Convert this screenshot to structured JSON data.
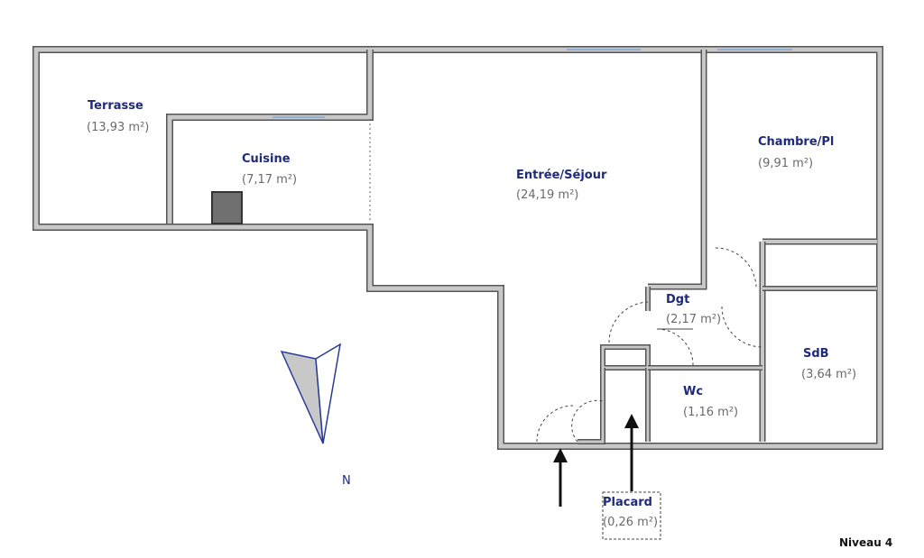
{
  "rooms": [
    {
      "id": "terrasse",
      "name": "Terrasse",
      "area": "(13,93 m²)"
    },
    {
      "id": "cuisine",
      "name": "Cuisine",
      "area": "(7,17 m²)"
    },
    {
      "id": "sejour",
      "name": "Entrée/Séjour",
      "area": "(24,19 m²)"
    },
    {
      "id": "chambre",
      "name": "Chambre/Pl",
      "area": "(9,91 m²)"
    },
    {
      "id": "dgt",
      "name": "Dgt",
      "area": "(2,17 m²)"
    },
    {
      "id": "sdb",
      "name": "SdB",
      "area": "(3,64 m²)"
    },
    {
      "id": "wc",
      "name": "Wc",
      "area": "(1,16 m²)"
    },
    {
      "id": "placard",
      "name": "Placard",
      "area": "(0,26 m²)"
    }
  ],
  "compass": {
    "label": "N"
  },
  "level_label": "Niveau 4",
  "colors": {
    "wall_fill": "#8c8c8c",
    "room_name": "#1f2a7a",
    "room_area": "#6a6a6a",
    "window": "#7fa6d8"
  }
}
